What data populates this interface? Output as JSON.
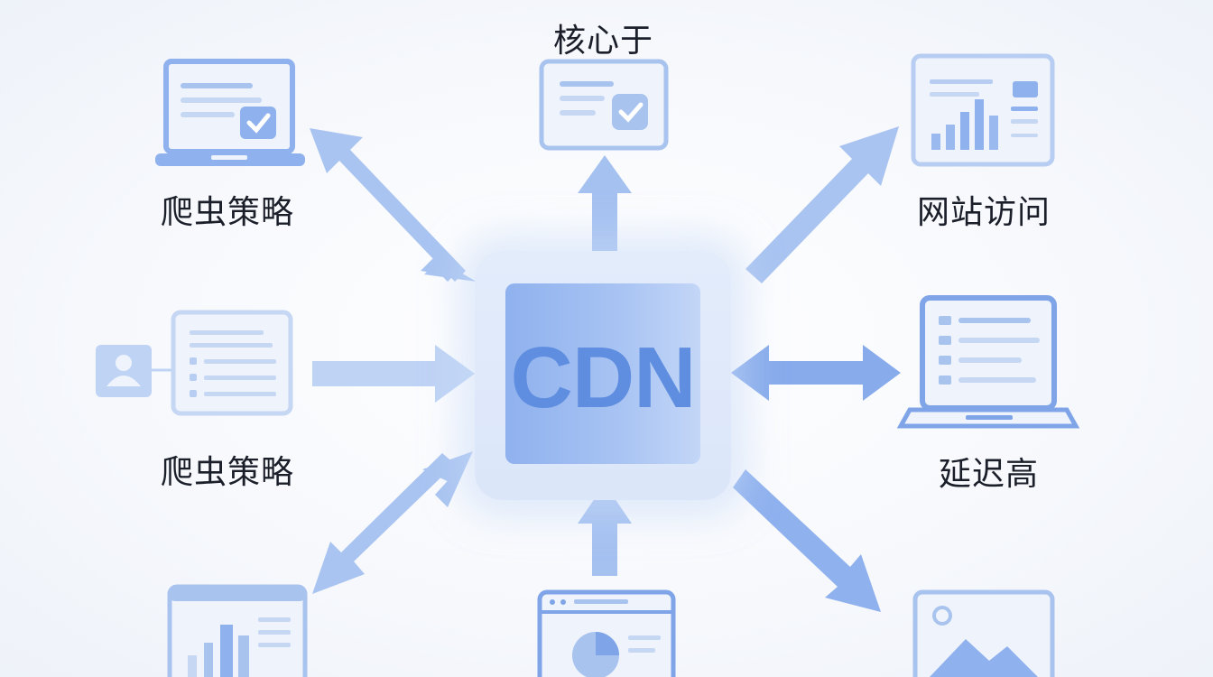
{
  "hub": {
    "text": "CDN"
  },
  "nodes": {
    "top_center": {
      "label": "核心于",
      "icon": "document-check-icon"
    },
    "top_left": {
      "label": "爬虫策略",
      "icon": "laptop-check-icon"
    },
    "top_right": {
      "label": "网站访问",
      "icon": "bar-chart-panel-icon"
    },
    "middle_left": {
      "label": "爬虫策略",
      "icon": "user-list-icon"
    },
    "middle_right": {
      "label": "延迟高",
      "icon": "laptop-list-icon"
    },
    "bottom_left": {
      "icon": "bar-chart-document-icon"
    },
    "bottom_center": {
      "icon": "browser-pie-chart-icon"
    },
    "bottom_right": {
      "icon": "image-mountain-icon"
    }
  },
  "colors": {
    "icon_stroke": "#a9c3ef",
    "icon_fill": "#eef3fc",
    "accent": "#7fa5e8",
    "arrow": "#aac4f2",
    "hub_text": "#5f8ee0"
  }
}
